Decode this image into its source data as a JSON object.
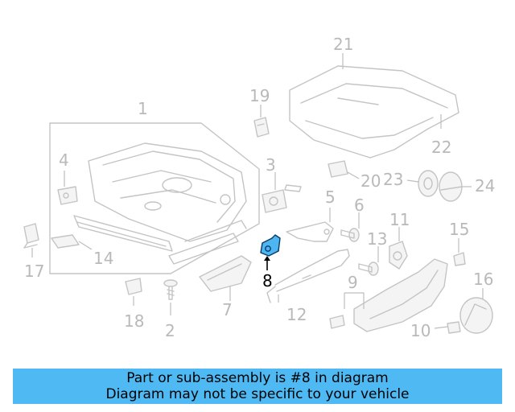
{
  "diagram": {
    "highlight_color": "#4db6f0",
    "label_color": "#b9b9b9",
    "highlighted_part": "8",
    "callouts": [
      "1",
      "2",
      "3",
      "4",
      "5",
      "6",
      "7",
      "8",
      "9",
      "10",
      "11",
      "12",
      "13",
      "14",
      "15",
      "16",
      "17",
      "18",
      "19",
      "20",
      "21",
      "22",
      "23",
      "24"
    ]
  },
  "banner": {
    "line1": "Part or sub-assembly is #8 in diagram",
    "line2": "Diagram may not be specific to your vehicle",
    "background": "#4fb9f3"
  }
}
